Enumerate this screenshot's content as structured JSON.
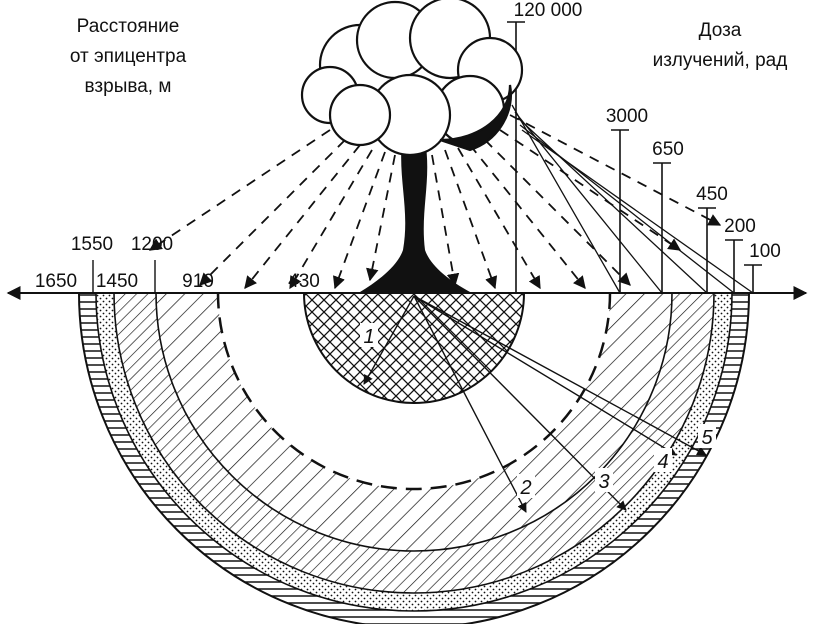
{
  "left_caption": {
    "line1": "Расстояние",
    "line2": "от эпицентра",
    "line3": "взрыва, м"
  },
  "right_caption": {
    "line1": "Доза",
    "line2": "излучений, рад"
  },
  "distances": [
    "1650",
    "1550",
    "1450",
    "1200",
    "910",
    "430"
  ],
  "doses": [
    "120 000",
    "3000",
    "650",
    "450",
    "200",
    "100"
  ],
  "zones": [
    "1",
    "2",
    "3",
    "4",
    "5"
  ],
  "colors": {
    "ink": "#111111",
    "paper": "#ffffff"
  }
}
